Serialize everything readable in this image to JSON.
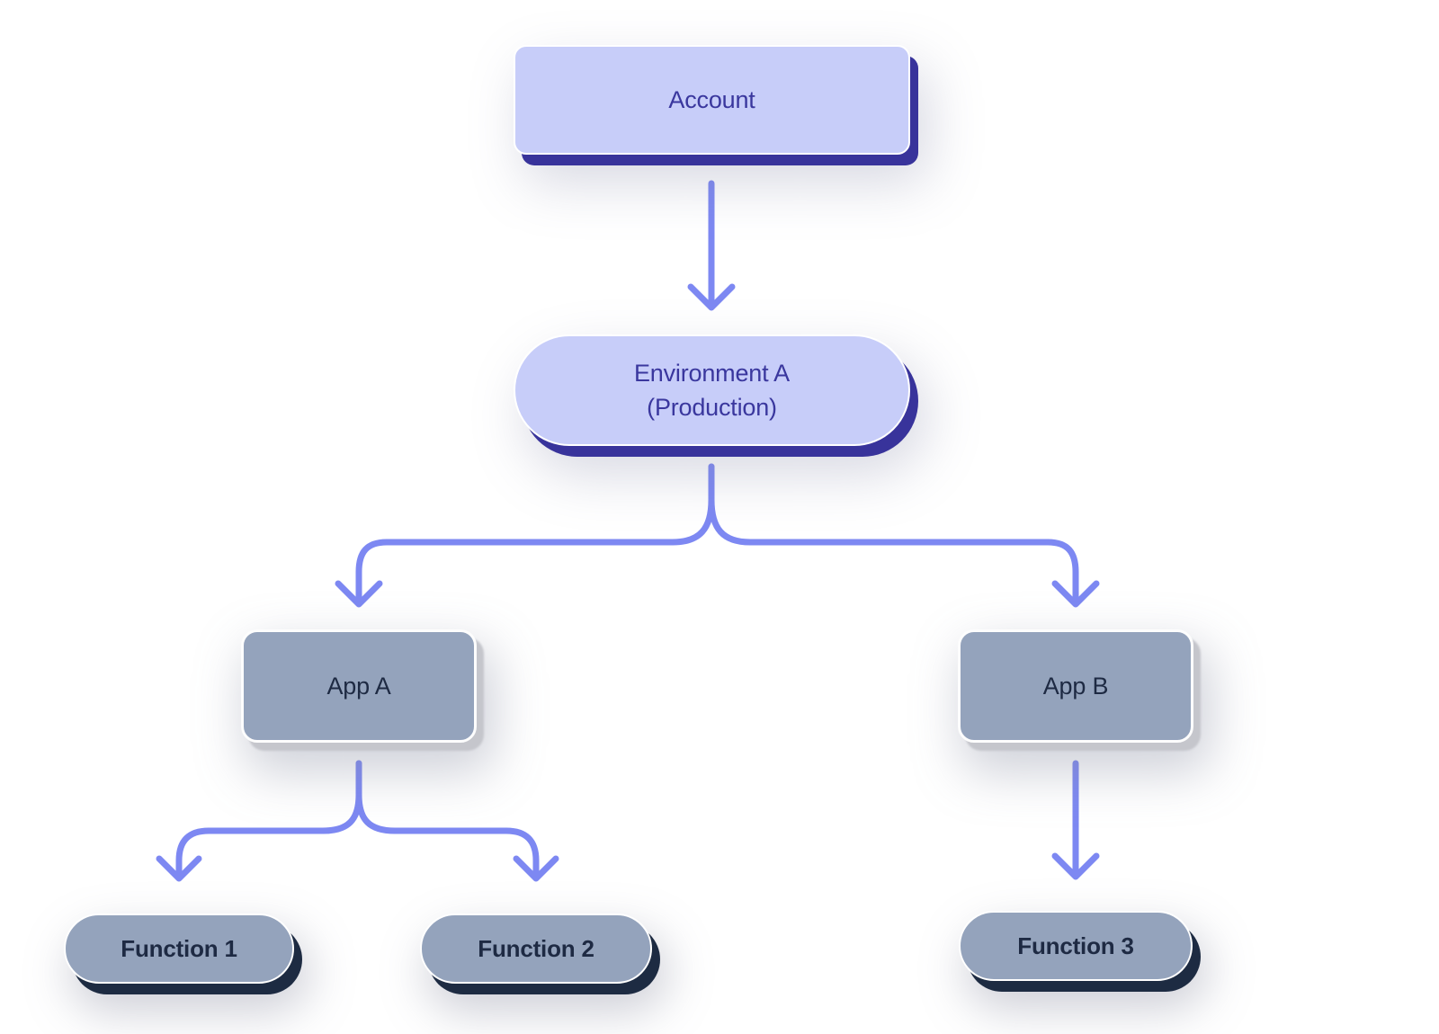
{
  "diagram_type": "hierarchy-flowchart",
  "nodes": {
    "account": {
      "label": "Account"
    },
    "environment": {
      "label_line1": "Environment A",
      "label_line2": "(Production)"
    },
    "app_a": {
      "label": "App A"
    },
    "app_b": {
      "label": "App B"
    },
    "function_1": {
      "label": "Function 1"
    },
    "function_2": {
      "label": "Function 2"
    },
    "function_3": {
      "label": "Function 3"
    }
  },
  "edges": [
    {
      "from": "account",
      "to": "environment"
    },
    {
      "from": "environment",
      "to": "app_a"
    },
    {
      "from": "environment",
      "to": "app_b"
    },
    {
      "from": "app_a",
      "to": "function_1"
    },
    {
      "from": "app_a",
      "to": "function_2"
    },
    {
      "from": "app_b",
      "to": "function_3"
    }
  ],
  "colors": {
    "primary_fill": "#c7cdf9",
    "primary_shadow": "#38339b",
    "primary_text": "#3a379e",
    "secondary_fill": "#94a3bc",
    "secondary_text": "#1e2a43",
    "secondary_shadow_dark": "#1d2b42",
    "secondary_shadow_light": "#c5c6cc",
    "connector": "#7d88f2",
    "background": "#ffffff"
  }
}
